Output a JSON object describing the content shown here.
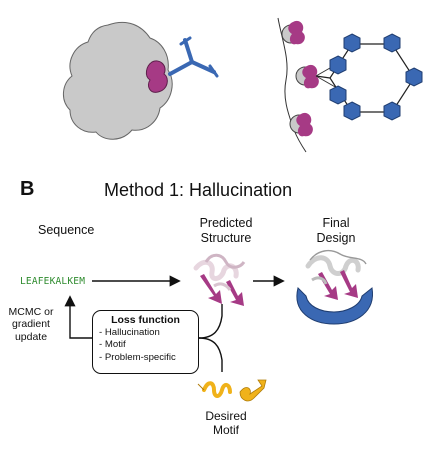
{
  "panel_letter": "B",
  "title": "Method 1: Hallucination",
  "labels": {
    "sequence": "Sequence",
    "predicted_structure": "Predicted\nStructure",
    "final_design": "Final\nDesign",
    "mcmc_update": "MCMC or\ngradient\nupdate",
    "desired_motif": "Desired\nMotif"
  },
  "sequence_text": "LEAFEKALKEM",
  "loss_function": {
    "title": "Loss function",
    "items": [
      "- Hallucination",
      "- Motif",
      "- Problem-specific"
    ]
  },
  "colors": {
    "protein_gray": "#c9c9c9",
    "binder_magenta": "#a63a85",
    "antibody_blue": "#3a68b3",
    "hexagon_blue": "#3a68b3",
    "motif_yellow": "#f0b21a",
    "sequence_green": "#2e8b2e",
    "scaffold_blue": "#3a68b3"
  }
}
